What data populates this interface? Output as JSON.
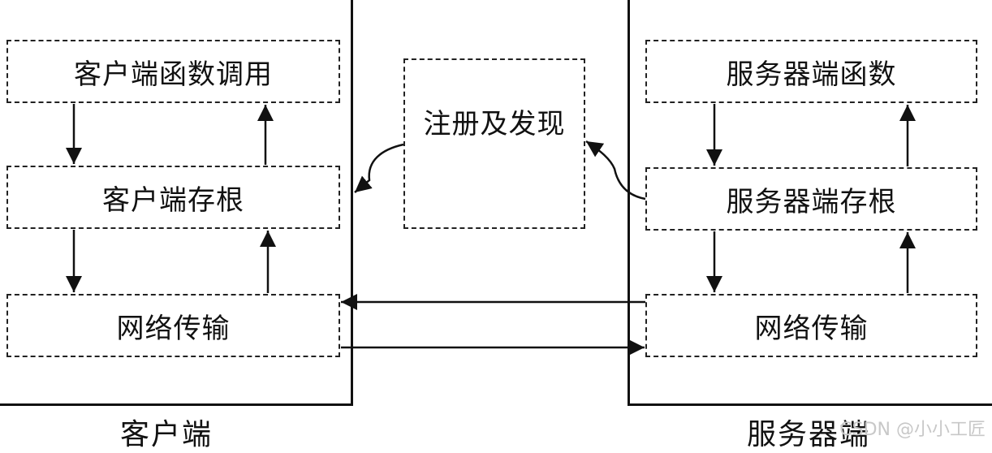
{
  "client": {
    "caption": "客户端",
    "function_call": "客户端函数调用",
    "stub": "客户端存根",
    "network": "网络传输"
  },
  "registry": {
    "label": "注册及发现"
  },
  "server": {
    "caption": "服务器端",
    "function": "服务器端函数",
    "stub": "服务器端存根",
    "network": "网络传输"
  },
  "watermark": "CSDN @小小工匠"
}
